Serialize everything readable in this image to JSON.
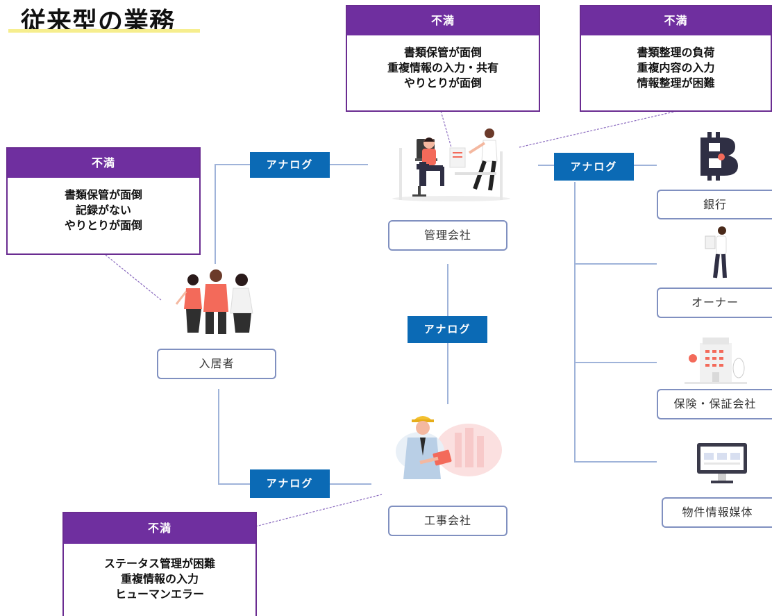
{
  "title": "従来型の業務",
  "colors": {
    "complaint_header": "#6f2f9f",
    "analog_tag": "#0b6ab5",
    "node_border": "#8090c0",
    "connector": "#9fb3d9",
    "dashed": "#8a6abf",
    "title_underline": "#f6ee8e"
  },
  "complaints": {
    "kanri": {
      "header": "不満",
      "lines": [
        "書類保管が面倒",
        "重複情報の入力・共有",
        "やりとりが面倒"
      ]
    },
    "right": {
      "header": "不満",
      "lines": [
        "書類整理の負荷",
        "重複内容の入力",
        "情報整理が困難"
      ]
    },
    "nyukyo": {
      "header": "不満",
      "lines": [
        "書類保管が面倒",
        "記録がない",
        "やりとりが面倒"
      ]
    },
    "koji": {
      "header": "不満",
      "lines": [
        "ステータス管理が困難",
        "重複情報の入力",
        "ヒューマンエラー"
      ]
    }
  },
  "analog_tags": {
    "left_top": "アナログ",
    "right_top": "アナログ",
    "center": "アナログ",
    "left_bottom": "アナログ"
  },
  "nodes": {
    "kanri": "管理会社",
    "nyukyo": "入居者",
    "koji": "工事会社",
    "ginko": "銀行",
    "owner": "オーナー",
    "hoken": "保険・保証会社",
    "baitai": "物件情報媒体"
  },
  "icons": {
    "kanri": "office-meeting-illustration",
    "nyukyo": "residents-group-illustration",
    "koji": "construction-worker-illustration",
    "ginko": "bank-bitcoin-icon",
    "owner": "owner-person-illustration",
    "hoken": "insurance-building-illustration",
    "baitai": "monitor-icon"
  }
}
